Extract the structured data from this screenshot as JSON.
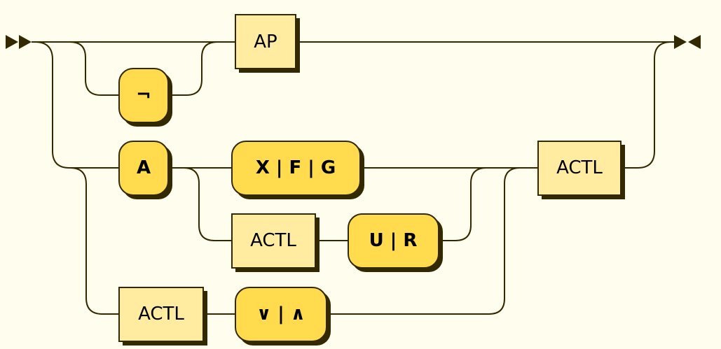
{
  "diagram": {
    "nodes": {
      "ap": {
        "label": "AP",
        "kind": "nonterminal"
      },
      "not": {
        "label": "¬",
        "kind": "terminal"
      },
      "a": {
        "label": "A",
        "kind": "terminal"
      },
      "xfg": {
        "label": "X | F | G",
        "kind": "terminal"
      },
      "actl_ur": {
        "label": "ACTL",
        "kind": "nonterminal"
      },
      "ur": {
        "label": "U | R",
        "kind": "terminal"
      },
      "actl_final": {
        "label": "ACTL",
        "kind": "nonterminal"
      },
      "actl_binop": {
        "label": "ACTL",
        "kind": "nonterminal"
      },
      "orand": {
        "label": "∨ | ∧",
        "kind": "terminal"
      }
    },
    "colors": {
      "background": "#fffdee",
      "line": "#332900",
      "terminal_fill": "#ffdb4d",
      "nonterminal_fill": "#ffeca0",
      "text": "#000000"
    }
  }
}
